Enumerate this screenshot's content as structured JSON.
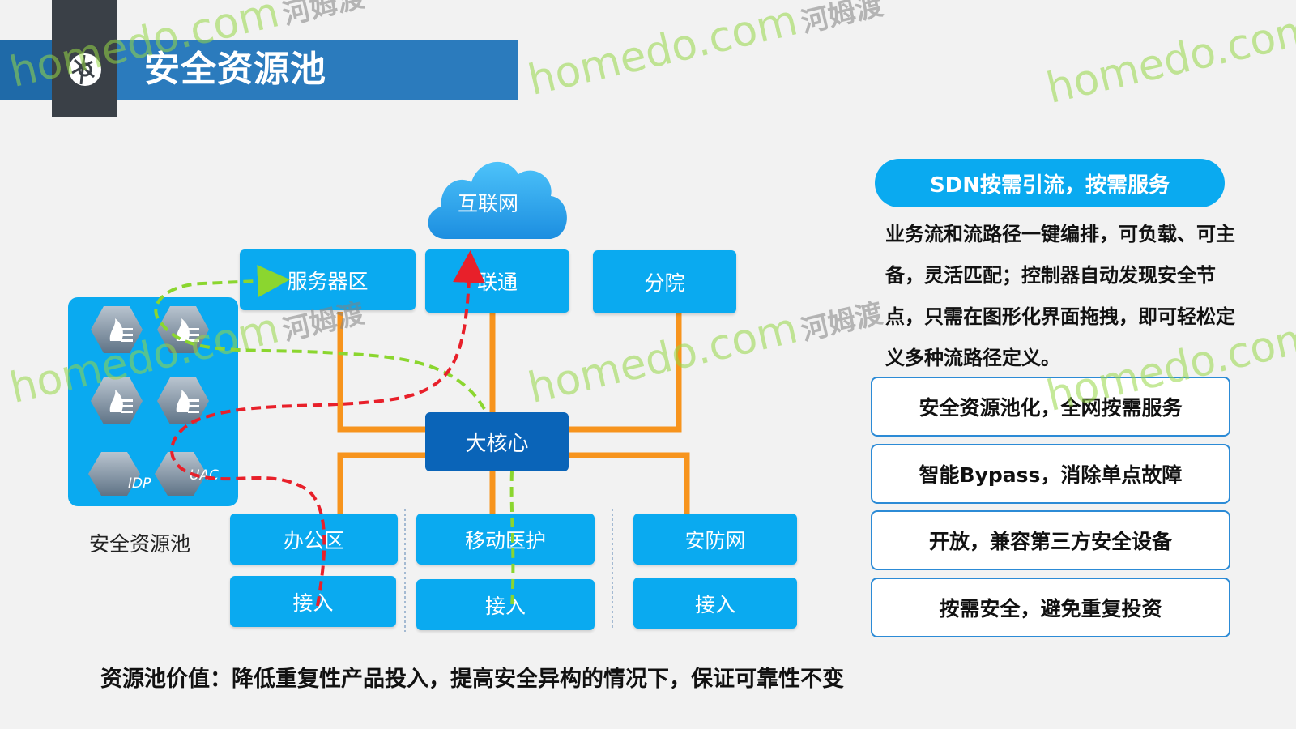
{
  "header": {
    "title": "安全资源池"
  },
  "diagram": {
    "internet": "互联网",
    "server_zone": "服务器区",
    "unicom": "联通",
    "branch": "分院",
    "core": "大核心",
    "office": "办公区",
    "mobile_care": "移动医护",
    "security_net": "安防网",
    "access": "接入",
    "pool_label": "安全资源池",
    "pool_devices": [
      "",
      "",
      "",
      "",
      "IDP",
      "UAC"
    ]
  },
  "right_panel": {
    "sdn_title": "SDN按需引流，按需服务",
    "sdn_description": "业务流和流路径一键编排，可负载、可主备，灵活匹配；控制器自动发现安全节点，只需在图形化界面拖拽，即可轻松定义多种流路径定义。",
    "features": [
      "安全资源池化，全网按需服务",
      "智能Bypass，消除单点故障",
      "开放，兼容第三方安全设备",
      "按需安全，避免重复投资"
    ]
  },
  "footer": {
    "value": "资源池价值：降低重复性产品投入，提高安全异构的情况下，保证可靠性不变"
  },
  "watermark": {
    "brand": "homedo.com",
    "cn": "河姆渡"
  },
  "colors": {
    "header_blue": "#2b7bbd",
    "box_blue": "#0aaaf0",
    "core_blue": "#0a64b8",
    "link_orange": "#f7941d",
    "flow_red": "#e8202a",
    "flow_green": "#8bd62f"
  }
}
